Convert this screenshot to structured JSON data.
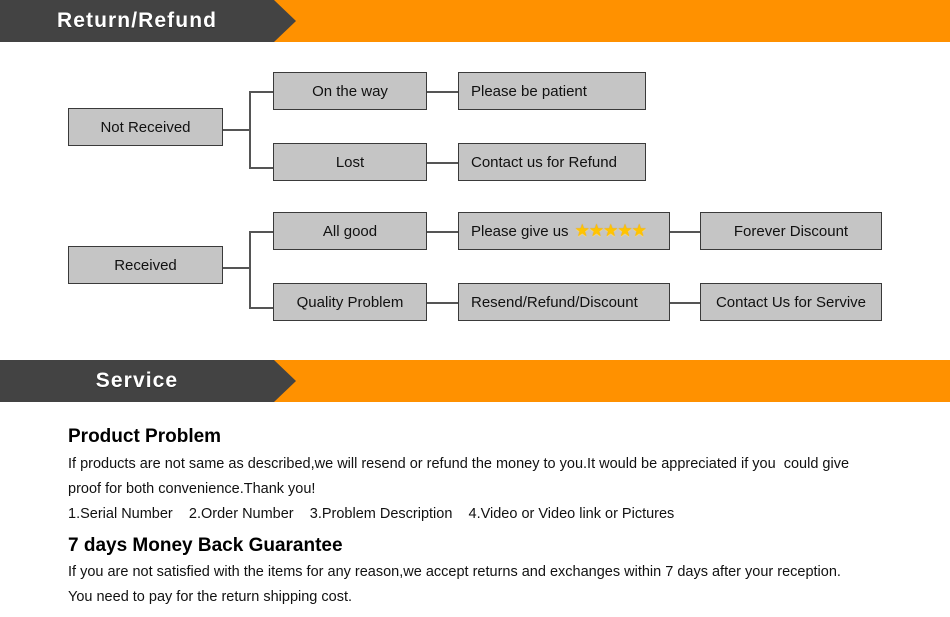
{
  "colors": {
    "accent_orange": "#FF9100",
    "banner_dark": "#434343",
    "node_fill": "#C5C5C5",
    "node_border": "#3a3a3a",
    "connector": "#555555",
    "star_gold": "#FFC400"
  },
  "banners": [
    {
      "id": "return",
      "title": "Return/Refund"
    },
    {
      "id": "service",
      "title": "Service"
    }
  ],
  "flow": {
    "groups": [
      {
        "root": "Not Received",
        "branches": [
          {
            "stage1": "On the way",
            "stage2": "Please be patient"
          },
          {
            "stage1": "Lost",
            "stage2": "Contact us for Refund"
          }
        ]
      },
      {
        "root": "Received",
        "branches": [
          {
            "stage1": "All good",
            "stage2": "Please give us",
            "stars": 5,
            "stage3": "Forever Discount"
          },
          {
            "stage1": "Quality Problem",
            "stage2": "Resend/Refund/Discount",
            "stage3": "Contact Us for Servive"
          }
        ]
      }
    ],
    "star_glyph": "★"
  },
  "service": {
    "sections": [
      {
        "heading": "Product Problem",
        "lines": [
          "If products are not same as described,we will resend or refund the money to you.It would be appreciated if you  could give",
          "proof for both convenience.Thank you!"
        ],
        "list": "1.Serial Number    2.Order Number    3.Problem Description    4.Video or Video link or Pictures"
      },
      {
        "heading": "7 days Money Back Guarantee",
        "lines": [
          "If you are not satisfied with the items for any reason,we accept returns and exchanges within 7 days after your reception.",
          "You need to pay for the return shipping cost."
        ],
        "list": ""
      }
    ]
  }
}
